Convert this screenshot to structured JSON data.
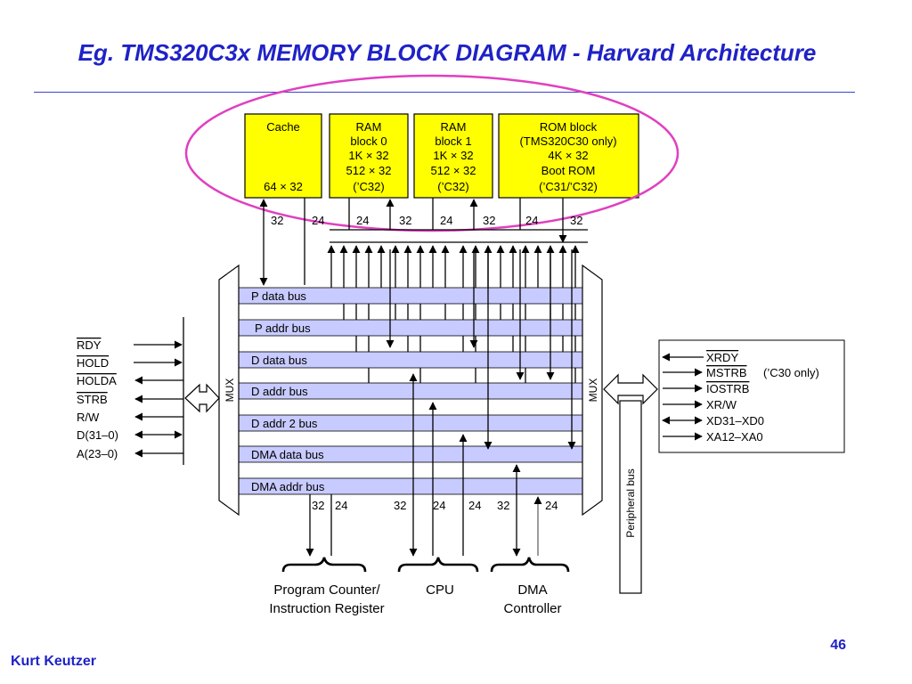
{
  "slide": {
    "title": "Eg. TMS320C3x MEMORY BLOCK DIAGRAM - Harvard Architecture",
    "author": "Kurt Keutzer",
    "page_number": "46"
  },
  "memory_blocks": [
    {
      "id": "cache",
      "lines": [
        "Cache",
        "",
        "",
        "",
        "64 × 32"
      ]
    },
    {
      "id": "ram0",
      "lines": [
        "RAM",
        "block 0",
        "1K × 32",
        "512 × 32",
        "(’C32)"
      ]
    },
    {
      "id": "ram1",
      "lines": [
        "RAM",
        "block 1",
        "1K × 32",
        "512 × 32",
        "(’C32)"
      ]
    },
    {
      "id": "rom",
      "lines": [
        "ROM block",
        "(TMS320C30 only)",
        "4K × 32",
        "Boot ROM",
        "(’C31/’C32)"
      ]
    }
  ],
  "top_width_labels": [
    "32",
    "24",
    "24",
    "32",
    "24",
    "32",
    "24",
    "32"
  ],
  "buses": [
    "P data bus",
    "P addr bus",
    "D data bus",
    "D addr bus",
    "D addr 2 bus",
    "DMA data bus",
    "DMA addr bus"
  ],
  "mux_label": "MUX",
  "left_signals": [
    "RDY",
    "HOLD",
    "HOLDA",
    "STRB",
    "R/W",
    "D(31–0)",
    "A(23–0)"
  ],
  "right_signals": [
    {
      "label": "XRDY",
      "note": ""
    },
    {
      "label": "MSTRB",
      "note": "(’C30 only)"
    },
    {
      "label": "IOSTRB",
      "note": ""
    },
    {
      "label": "XR/W",
      "note": ""
    },
    {
      "label": "XD31–XD0",
      "note": ""
    },
    {
      "label": "XA12–XA0",
      "note": ""
    }
  ],
  "peripheral_bus_label": "Peripheral bus",
  "bottom_width_labels": [
    "32",
    "24",
    "32",
    "24",
    "24",
    "32",
    "24"
  ],
  "bottom_units": [
    {
      "id": "pc",
      "lines": [
        "Program Counter/",
        "Instruction Register"
      ]
    },
    {
      "id": "cpu",
      "lines": [
        "CPU"
      ]
    },
    {
      "id": "dma",
      "lines": [
        "DMA",
        "Controller"
      ]
    }
  ],
  "colors": {
    "title": "#1f22c6",
    "memory_fill": "#ffff00",
    "bus_fill": "#c8cbff",
    "highlight_ellipse": "#e040c0"
  }
}
